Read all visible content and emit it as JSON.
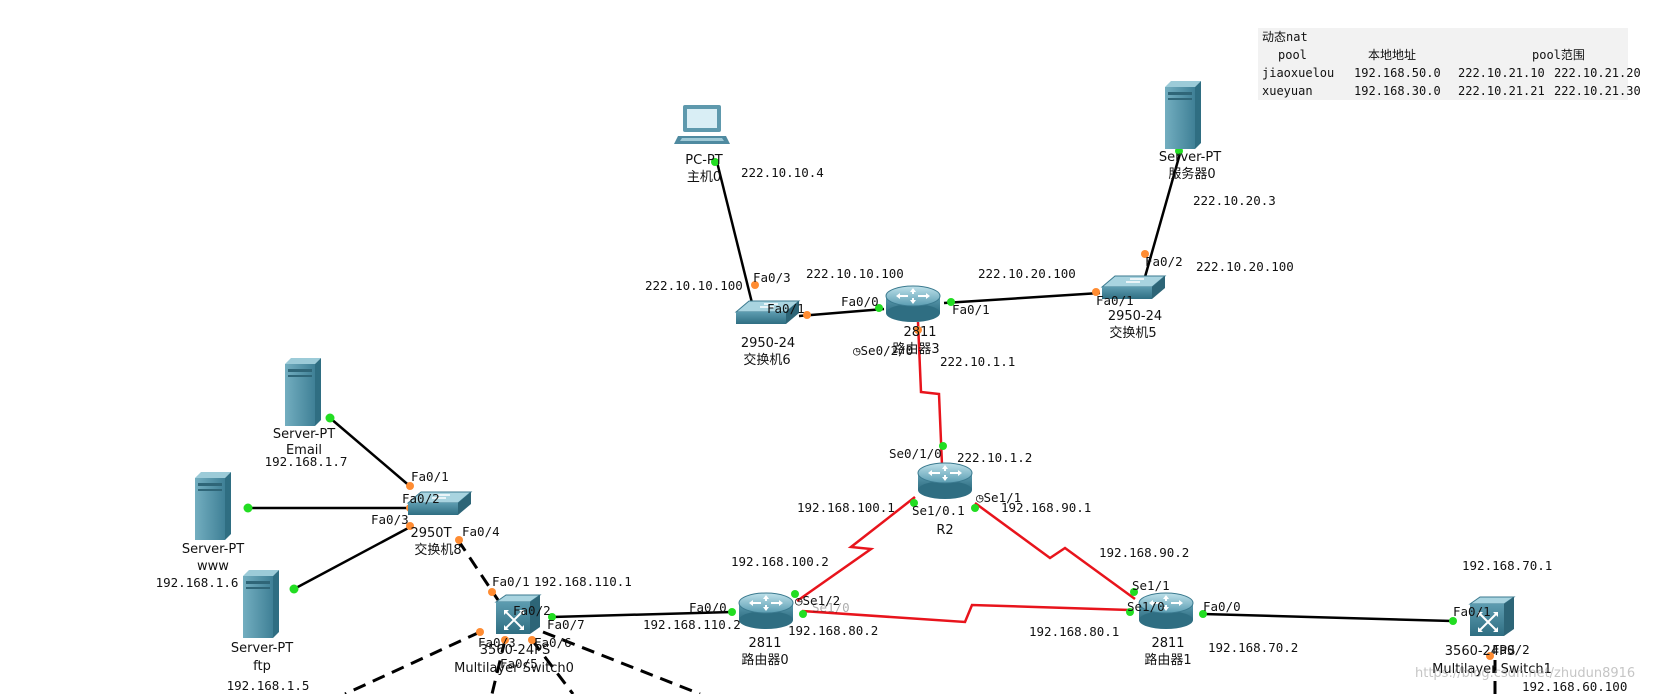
{
  "pool_table": {
    "title": "动态nat",
    "headers": [
      "pool",
      "本地地址",
      "pool范围"
    ],
    "rows": [
      {
        "pool": "jiaoxuelou",
        "local": "192.168.50.0",
        "start": "222.10.21.10",
        "end": "222.10.21.20"
      },
      {
        "pool": "xueyuan",
        "local": "192.168.30.0",
        "start": "222.10.21.21",
        "end": "222.10.21.30"
      }
    ]
  },
  "devices": {
    "pc0": {
      "model": "PC-PT",
      "name": "主机0"
    },
    "server0": {
      "model": "Server-PT",
      "name": "服务器0"
    },
    "switch6": {
      "model": "2950-24",
      "name": "交换机6"
    },
    "router3": {
      "model": "2811",
      "name": "路由器3"
    },
    "switch5": {
      "model": "2950-24",
      "name": "交换机5"
    },
    "r2": {
      "name": "R2"
    },
    "router0": {
      "model": "2811",
      "name": "路由器0"
    },
    "router1": {
      "model": "2811",
      "name": "路由器1"
    },
    "ml0": {
      "model": "3560-24PS",
      "name": "Multilayer Switch0"
    },
    "ml1": {
      "model": "3560-24PS",
      "name": "Multilayer Switch1"
    },
    "switch8": {
      "model": "2950T",
      "name": "交换机8"
    },
    "email": {
      "model": "Server-PT",
      "name": "Email",
      "ip": "192.168.1.7"
    },
    "www": {
      "model": "Server-PT",
      "name": "www",
      "ip": "192.168.1.6"
    },
    "ftp": {
      "model": "Server-PT",
      "name": "ftp",
      "ip": "192.168.1.5"
    }
  },
  "ports": {
    "pc_sw6": "Fa0/3",
    "sw6_r3": "Fa0/1",
    "r3_sw6": "Fa0/0",
    "r3_sw5": "Fa0/1",
    "sw5_r3": "Fa0/1",
    "sw5_server": "Fa0/2",
    "r3_serial": "Se0/2/0",
    "r2_top": "Se0/1/0",
    "r2_left": "Se1/0.1",
    "r2_right": "Se1/1",
    "r0_serial": "Se1/2",
    "r0_serial2": "Se1/0",
    "r0_fa": "Fa0/0",
    "r1_serial_top": "Se1/1",
    "r1_serial_left": "Se1/0",
    "r1_fa": "Fa0/0",
    "ml1_left": "Fa0/1",
    "ml1_bottom": "Fa0/2",
    "sw8_fa01": "Fa0/1",
    "sw8_fa02": "Fa0/2",
    "sw8_fa03": "Fa0/3",
    "sw8_fa04": "Fa0/4",
    "ml0_fa01": "Fa0/1",
    "ml0_fa02": "Fa0/2",
    "ml0_fa03": "Fa0/3",
    "ml0_fa05": "Fa0/5",
    "ml0_fa06": "Fa0/6",
    "ml0_fa07": "Fa0/7"
  },
  "ips": {
    "pc": "222.10.10.4",
    "sw6_left": "222.10.10.100",
    "r3_fa00": "222.10.10.100",
    "r3_fa01": "222.10.20.100",
    "server": "222.10.20.3",
    "sw5_right": "222.10.20.100",
    "r3_se": "222.10.1.1",
    "r2_se": "222.10.1.2",
    "r2_left": "192.168.100.1",
    "r2_right": "192.168.90.1",
    "r0_se12": "192.168.100.2",
    "r1_se11": "192.168.90.2",
    "r0_se10": "192.168.80.2",
    "r1_se10": "192.168.80.1",
    "ml0_vlan": "192.168.110.1",
    "r0_fa": "192.168.110.2",
    "r1_fa": "192.168.70.2",
    "ml1_top": "192.168.70.1",
    "ml1_bottom": "192.168.60.100"
  },
  "watermark": "https://blog.csdn.net/zhudun8916",
  "colors": {
    "ethernet": "#000000",
    "serial": "#e8141c",
    "link_up": "#22dd22",
    "link_pending": "#ff8c32",
    "device": "#4f93ab"
  }
}
